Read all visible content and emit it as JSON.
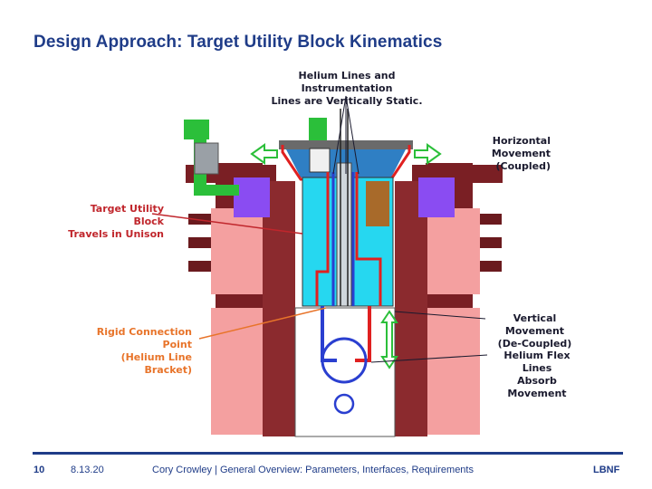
{
  "slide": {
    "title": "Design Approach: Target Utility Block Kinematics"
  },
  "callouts": {
    "helium_static": [
      "Helium Lines and Instrumentation",
      "Lines are Veritically Static."
    ],
    "horizontal": [
      "Horizontal Movement",
      "(Coupled)"
    ],
    "target_block": [
      "Target Utility Block",
      "Travels in Unison"
    ],
    "vertical": [
      "Vertical Movement",
      "(De-Coupled)"
    ],
    "rigid": [
      "Rigid Connection Point",
      "(Helium Line Bracket)"
    ],
    "flex": [
      "Helium Flex Lines",
      "Absorb Movement"
    ]
  },
  "colors": {
    "title": "#1f3c88",
    "callout_dark": "#1a1a2e",
    "callout_red": "#c0262c",
    "callout_orange": "#e8742a",
    "maroon": "#7a1f24",
    "pink": "#f4a0a0",
    "cyan": "#26d7f0",
    "purple": "#8a4cf2",
    "green": "#2bbf3a"
  },
  "footer": {
    "page": "10",
    "date": "8.13.20",
    "text": "Cory Crowley | General Overview: Parameters, Interfaces, Requirements",
    "org": "LBNF"
  }
}
